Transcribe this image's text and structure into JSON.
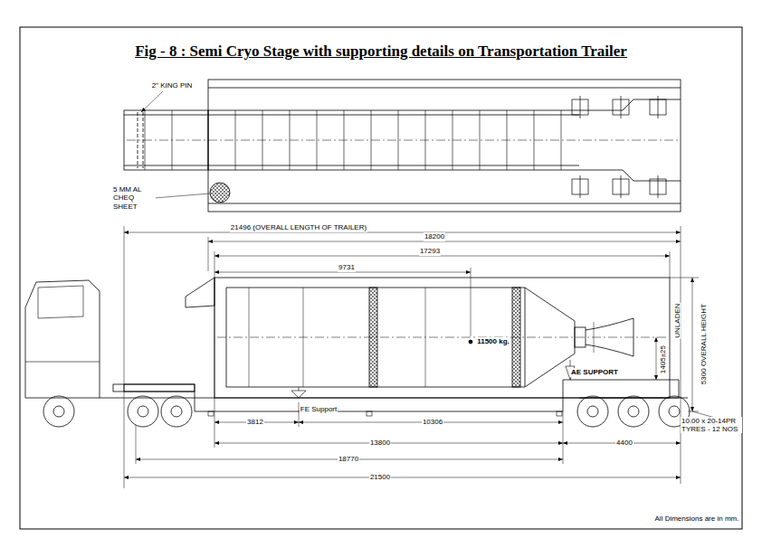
{
  "diagram": {
    "title": "Fig - 8 : Semi Cryo Stage with supporting details on Transportation Trailer",
    "labels": [
      "2\" KING PIN",
      "5 MM AL CHEQ SHEET",
      "21496 (OVERALL LENGTH OF TRAILER)",
      "18200",
      "17293",
      "9731",
      "11500 kg.",
      "UNLADEN",
      "1405±25",
      "5300 OVERALL HEIGHT",
      "AE SUPPORT",
      "FE Support",
      "3812",
      "10306",
      "13800",
      "4400",
      "18770",
      "21500",
      "10.00 x 20-14PR TYRES - 12 NOS",
      "All Dimensions are in mm."
    ]
  }
}
